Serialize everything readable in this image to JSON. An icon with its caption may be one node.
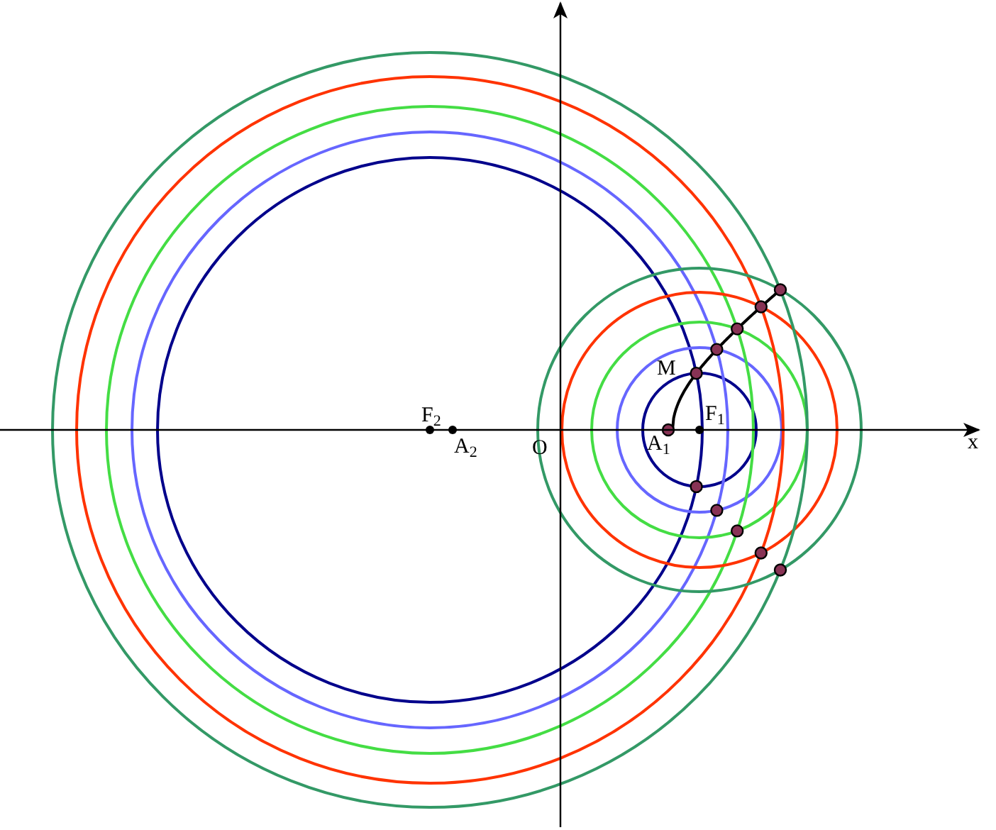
{
  "diagram": {
    "labels": [
      "F$_{2}$",
      "A$_{2}$",
      "O",
      "M",
      "A$_{1}$",
      "F$_{1}$",
      "x"
    ]
  }
}
